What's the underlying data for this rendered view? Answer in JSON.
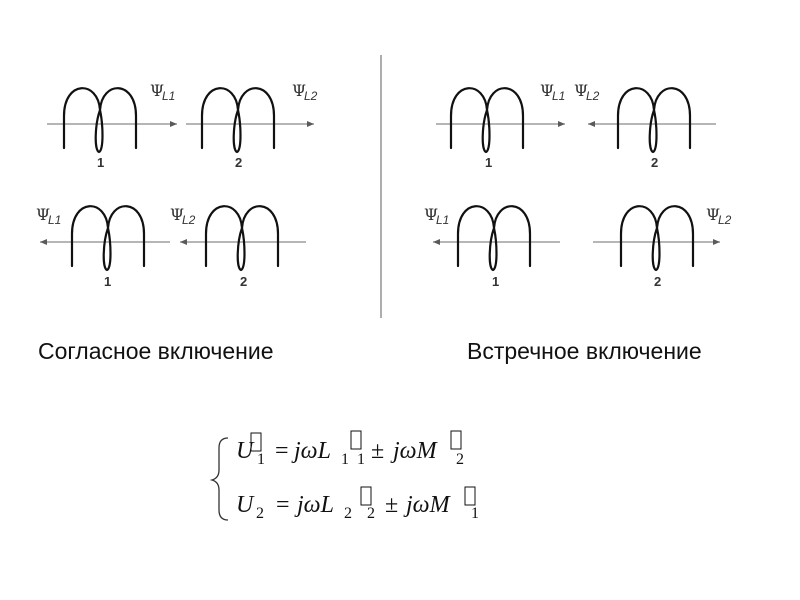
{
  "captions": {
    "left": "Согласное включение",
    "right": "Встречное включение"
  },
  "coil_labels": [
    "1",
    "2"
  ],
  "flux": {
    "psi_symbol": "Ψ",
    "coil1_sub": "L1",
    "coil2_sub": "L2"
  },
  "panels": [
    {
      "id": "agree-top",
      "arrows": [
        "right",
        "right"
      ]
    },
    {
      "id": "agree-bottom",
      "arrows": [
        "left",
        "left"
      ]
    },
    {
      "id": "oppose-top",
      "arrows": [
        "right",
        "left"
      ]
    },
    {
      "id": "oppose-bottom",
      "arrows": [
        "left",
        "right"
      ]
    }
  ],
  "equations": {
    "line1": {
      "lhs": "U",
      "lhs_sub": "1",
      "equals": "=",
      "term1": "jωL",
      "term1_sub": "1",
      "term1_current_sub": "1",
      "pm": "±",
      "term2": "jωM",
      "term2_current_sub": "2"
    },
    "line2": {
      "lhs": "U",
      "lhs_sub": "2",
      "equals": "=",
      "term1": "jωL",
      "term1_sub": "2",
      "term1_current_sub": "2",
      "pm": "±",
      "term2": "jωM",
      "term2_current_sub": "1"
    }
  }
}
